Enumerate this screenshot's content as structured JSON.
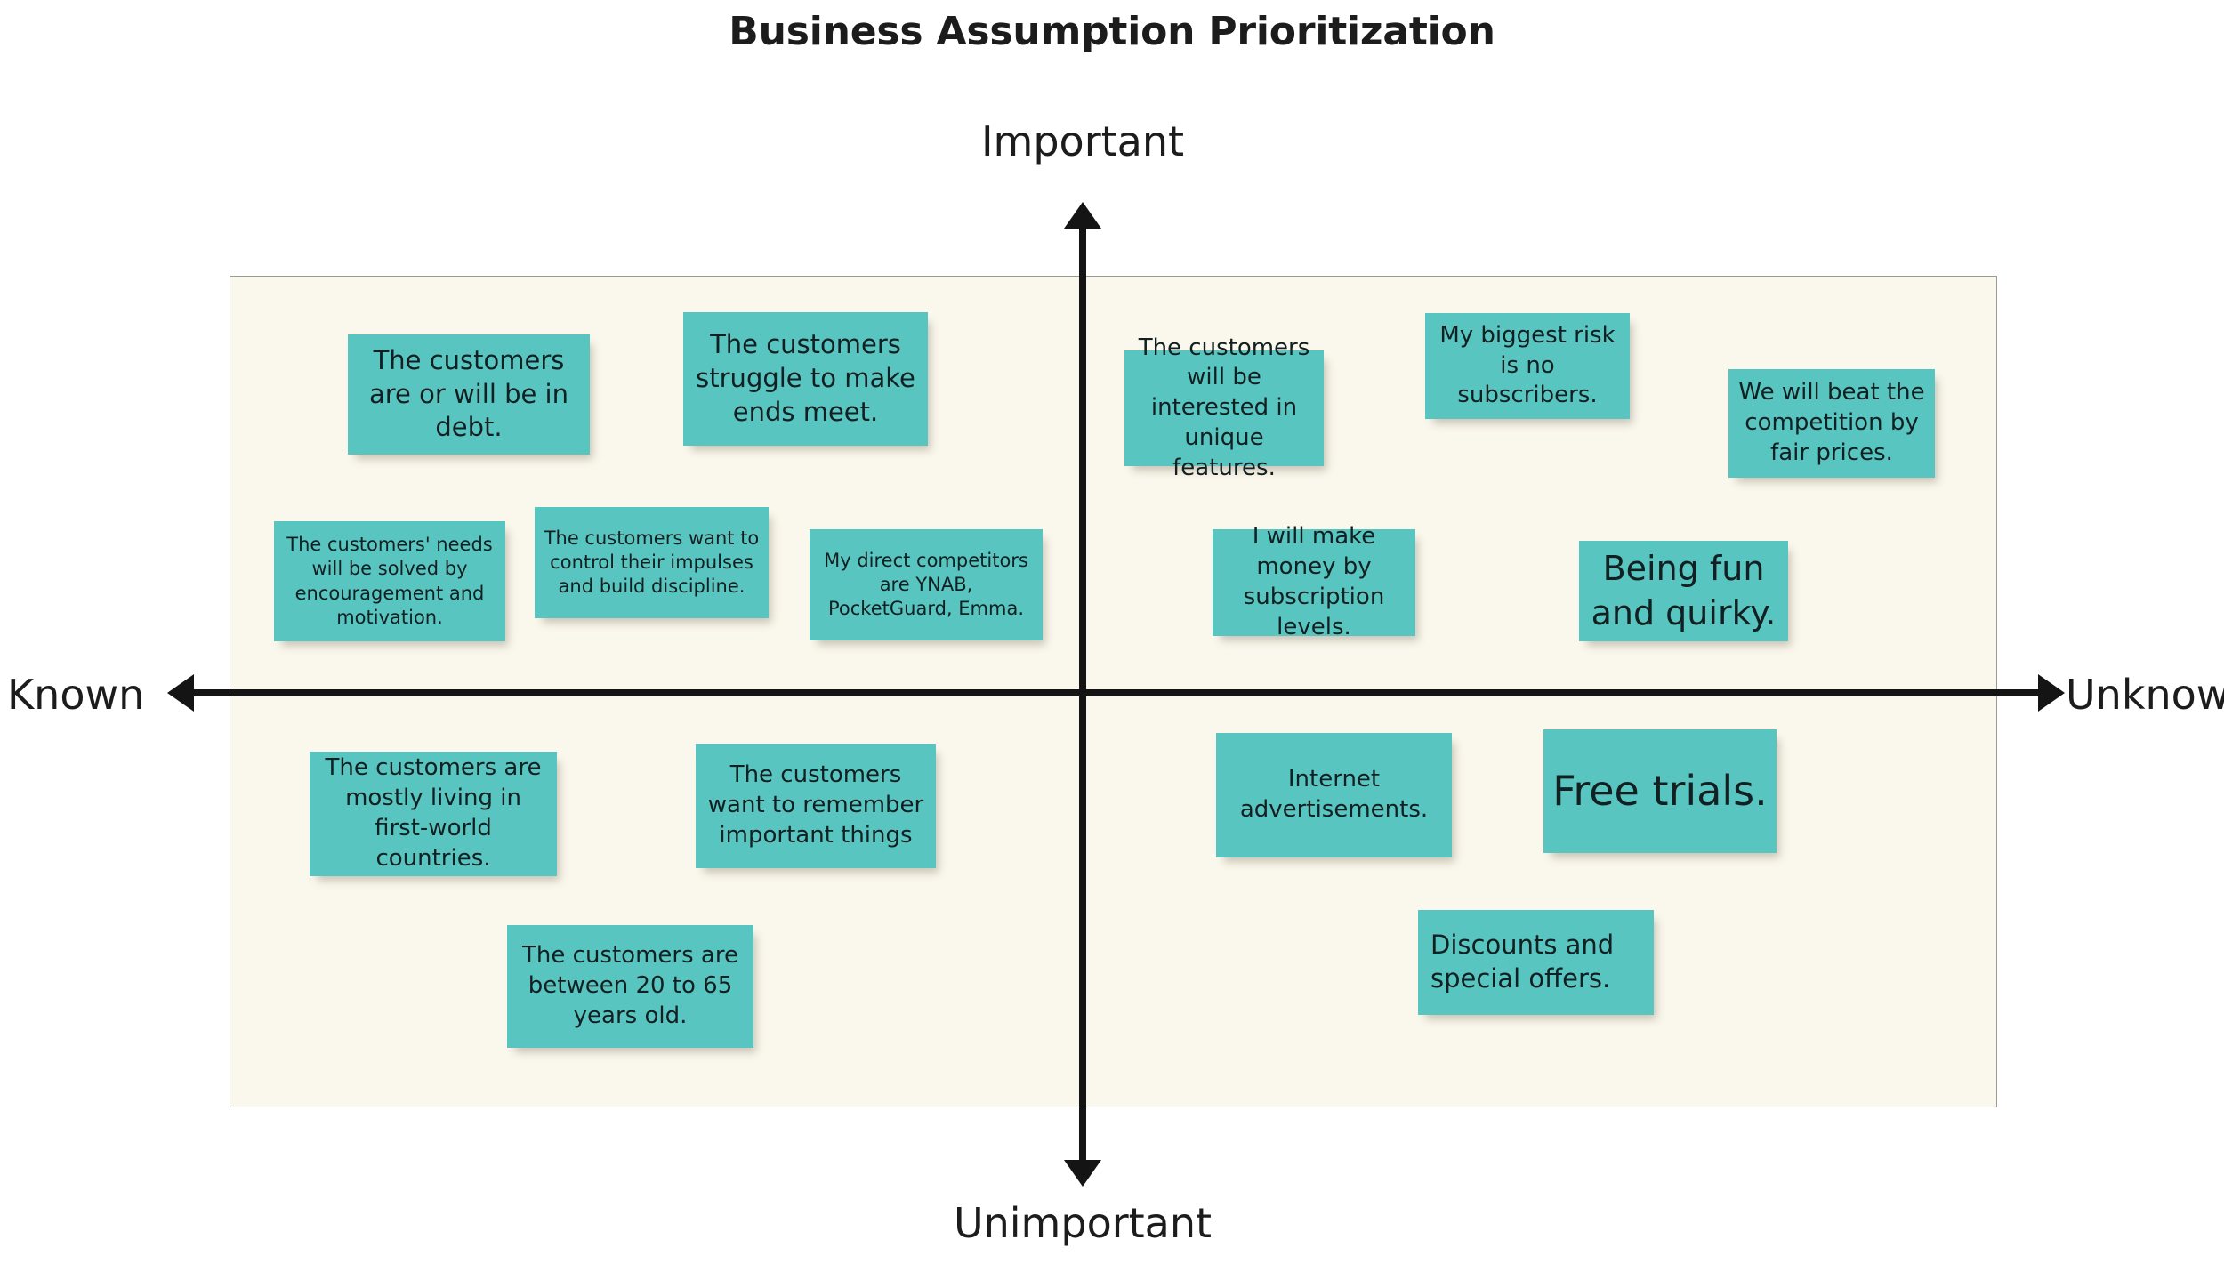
{
  "page": {
    "title": "Business Assumption Prioritization",
    "background_color": "#ffffff",
    "board_color": "#faf7ec",
    "note_color": "#59c5c0",
    "axis_color": "#141414"
  },
  "axes": {
    "top_label": "Important",
    "bottom_label": "Unimportant",
    "left_label": "Known",
    "right_label": "Unknown"
  },
  "quadrants": {
    "known_important": {
      "name": "Known / Important",
      "notes": [
        {
          "text": "The customers are or will be in debt."
        },
        {
          "text": "The customers struggle to make ends meet."
        },
        {
          "text": "The customers' needs will be solved by encouragement and motivation."
        },
        {
          "text": "The customers want to control their impulses and build discipline."
        },
        {
          "text": "My direct competitors are YNAB, PocketGuard, Emma."
        }
      ]
    },
    "unknown_important": {
      "name": "Unknown / Important",
      "notes": [
        {
          "text": "The customers will be interested in unique features."
        },
        {
          "text": "My biggest risk is no subscribers."
        },
        {
          "text": "We will beat the competition by fair prices."
        },
        {
          "text": "I will make money by subscription levels."
        },
        {
          "text": "Being fun and quirky."
        }
      ]
    },
    "known_unimportant": {
      "name": "Known / Unimportant",
      "notes": [
        {
          "text": "The customers are mostly living in first-world countries."
        },
        {
          "text": "The customers want to remember important things"
        },
        {
          "text": "The customers are between 20 to 65 years old."
        }
      ]
    },
    "unknown_unimportant": {
      "name": "Unknown / Unimportant",
      "notes": [
        {
          "text": "Internet advertisements."
        },
        {
          "text": "Free trials."
        },
        {
          "text": "Discounts and special offers."
        }
      ]
    }
  }
}
